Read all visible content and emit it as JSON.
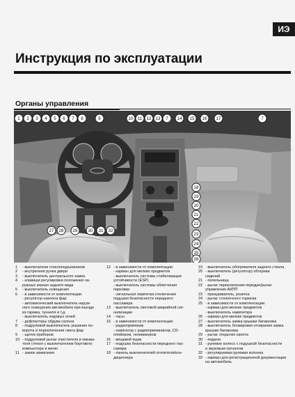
{
  "header": {
    "tag": "ИЭ",
    "title": "Инструкция по эксплуатации",
    "section": "Органы управления"
  },
  "callouts": {
    "top": [
      "1",
      "2",
      "3",
      "4",
      "5",
      "6",
      "7",
      "8",
      "9",
      "10",
      "11",
      "12",
      "13",
      "7",
      "14",
      "15",
      "16",
      "17",
      "7"
    ],
    "right": [
      "18",
      "19",
      "20",
      "21",
      "22",
      "23",
      "24",
      "25",
      "26"
    ],
    "bottom": [
      "27",
      "28",
      "29",
      "30",
      "31",
      "32"
    ]
  },
  "legend": {
    "col1": [
      {
        "n": "1",
        "t": "- выключатели стеклоподъемников"
      },
      {
        "n": "2",
        "t": "- внутренняя ручка двери"
      },
      {
        "n": "3",
        "t": "- выключатель центрального замка"
      },
      {
        "n": "4",
        "t": "- клавиши регулировки положения на-"
      },
      {
        "n": "",
        "t": "ружных зеркал заднего вида"
      },
      {
        "n": "5",
        "t": "- выключатель освещения"
      },
      {
        "n": "6",
        "t": "- в зависимости от комплектации:"
      },
      {
        "n": "",
        "t": "- регулятор наклона фар"
      },
      {
        "n": "",
        "t": "- автоматический выключатель наруж-"
      },
      {
        "n": "",
        "t": "ного освещения автомобиля при въезде"
      },
      {
        "n": "",
        "t": "из гаража, туннеля и т.д."
      },
      {
        "n": "",
        "t": "- выключатель ходовых огней"
      },
      {
        "n": "7",
        "t": "- дефлекторы обдува салона"
      },
      {
        "n": "8",
        "t": "- подрулевой выключатель указания по-"
      },
      {
        "n": "",
        "t": "ворота и переключения света фар"
      },
      {
        "n": "9",
        "t": "- щиток приборов"
      },
      {
        "n": "10",
        "t": "- подрулевой рычаг очистителя и омыва-"
      },
      {
        "n": "",
        "t": "теля стекол с выключателем бортового"
      },
      {
        "n": "",
        "t": "компьютера и меню"
      },
      {
        "n": "11",
        "t": "- замок зажигания"
      }
    ],
    "col2": [
      {
        "n": "12",
        "t": "- в зависимости от комплектации:"
      },
      {
        "n": "",
        "t": "- карман для мелких предметов"
      },
      {
        "n": "",
        "t": "- выключатель системы стабилизации"
      },
      {
        "n": "",
        "t": "устойчивости (ESP)"
      },
      {
        "n": "",
        "t": "- выключатель системы облегчения"
      },
      {
        "n": "",
        "t": "парковки"
      },
      {
        "n": "",
        "t": "- сигнальная лампочка отключения"
      },
      {
        "n": "",
        "t": "подушки безопасности переднего"
      },
      {
        "n": "",
        "t": "пассажира"
      },
      {
        "n": "13",
        "t": "- выключатель световой аварийной сиг-"
      },
      {
        "n": "",
        "t": "нализации"
      },
      {
        "n": "14",
        "t": "- часы"
      },
      {
        "n": "15",
        "t": "- в зависимости от комплектации:"
      },
      {
        "n": "",
        "t": "- радиоприемник"
      },
      {
        "n": "",
        "t": "- навигатор с радиоприемником, CD-"
      },
      {
        "n": "",
        "t": "плейером, телевизором"
      },
      {
        "n": "16",
        "t": "- вещевой ящик"
      },
      {
        "n": "17",
        "t": "- подушка безопасности переднего пас-"
      },
      {
        "n": "",
        "t": "сажира"
      },
      {
        "n": "18",
        "t": "- панель выключателей отопителя/кон-"
      },
      {
        "n": "",
        "t": "диционера"
      }
    ],
    "col3": [
      {
        "n": "19",
        "t": "- выключатель обогревателя заднего стекла"
      },
      {
        "n": "20",
        "t": "- выключатель (регулятор) обогрева"
      },
      {
        "n": "",
        "t": "сидений"
      },
      {
        "n": "21",
        "t": "- пепельница"
      },
      {
        "n": "22",
        "t": "- рычаг переключения передач/рычаг"
      },
      {
        "n": "",
        "t": "управления АКПП"
      },
      {
        "n": "23",
        "t": "- прикуриватель, розетка"
      },
      {
        "n": "24",
        "t": "- рычаг стояночного тормоза"
      },
      {
        "n": "25",
        "t": "- в зависимости от комплектации:"
      },
      {
        "n": "",
        "t": "- карман для мелких предметов"
      },
      {
        "n": "",
        "t": "- выключатель навигатора"
      },
      {
        "n": "26",
        "t": "- карман для мелких предметов"
      },
      {
        "n": "27",
        "t": "- выключатель замка крышки багажника"
      },
      {
        "n": "28",
        "t": "- выключатель блокировки отпирания замка"
      },
      {
        "n": "",
        "t": "крышки багажника"
      },
      {
        "n": "29",
        "t": "- рычаг открытия капота"
      },
      {
        "n": "30",
        "t": "- педали"
      },
      {
        "n": "31",
        "t": "- рулевое колесо с подушкой безопасности"
      },
      {
        "n": "",
        "t": "и звуковым сигналом"
      },
      {
        "n": "32",
        "t": "- регулируемая рулевая колонка"
      },
      {
        "n": "33",
        "t": "- карман для регистрационной документации"
      },
      {
        "n": "",
        "t": "на автомобиль"
      }
    ]
  }
}
